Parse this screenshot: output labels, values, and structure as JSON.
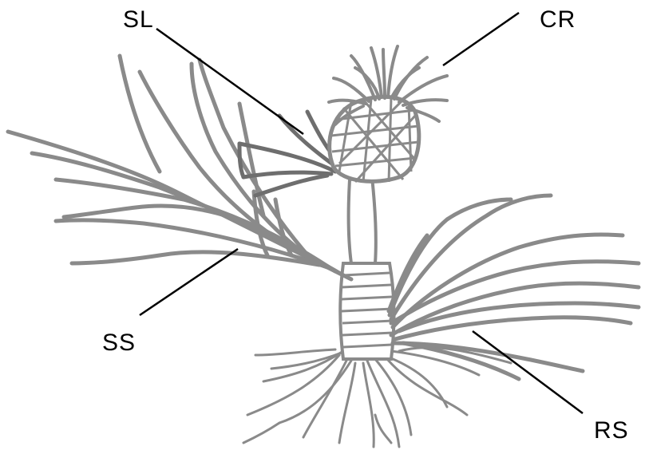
{
  "labels": {
    "sl": "SL",
    "cr": "CR",
    "ss": "SS",
    "rs": "RS"
  },
  "colors": {
    "plant": "#8a8a8a",
    "plant_dark": "#6e6e6e",
    "leader": "#000000",
    "background": "#ffffff"
  }
}
